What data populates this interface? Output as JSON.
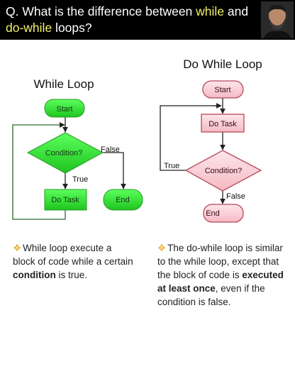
{
  "header": {
    "question_part1": "Q. What is the difference between ",
    "question_hl1": "while",
    "question_part2": " and ",
    "question_hl2": "do-while",
    "question_part3": " loops?"
  },
  "while_loop": {
    "title": "While Loop",
    "start": "Start",
    "condition": "Condition?",
    "true_label": "True",
    "false_label": "False",
    "task": "Do Task",
    "end": "End"
  },
  "do_while_loop": {
    "title": "Do While Loop",
    "start": "Start",
    "task": "Do Task",
    "condition": "Condition?",
    "true_label": "True",
    "false_label": "False",
    "end": "End"
  },
  "notes": {
    "left": {
      "star": "❖",
      "text1": "While loop execute a block of code while a certain ",
      "bold1": "condition",
      "text2": " is true."
    },
    "right": {
      "star": "❖",
      "text1": "The do-while loop is similar to the while loop, except that the block of code is ",
      "bold1": "executed at least once",
      "text2": ", even if the condition is false."
    }
  },
  "colors": {
    "header_bg": "#000000",
    "highlight": "#f2f06a",
    "green_fill": "#2ee62e",
    "green_stroke": "#2a9a2a",
    "pink_fill": "#fbd0d6",
    "pink_stroke": "#b5485a",
    "bullet_star": "#e8b838"
  }
}
